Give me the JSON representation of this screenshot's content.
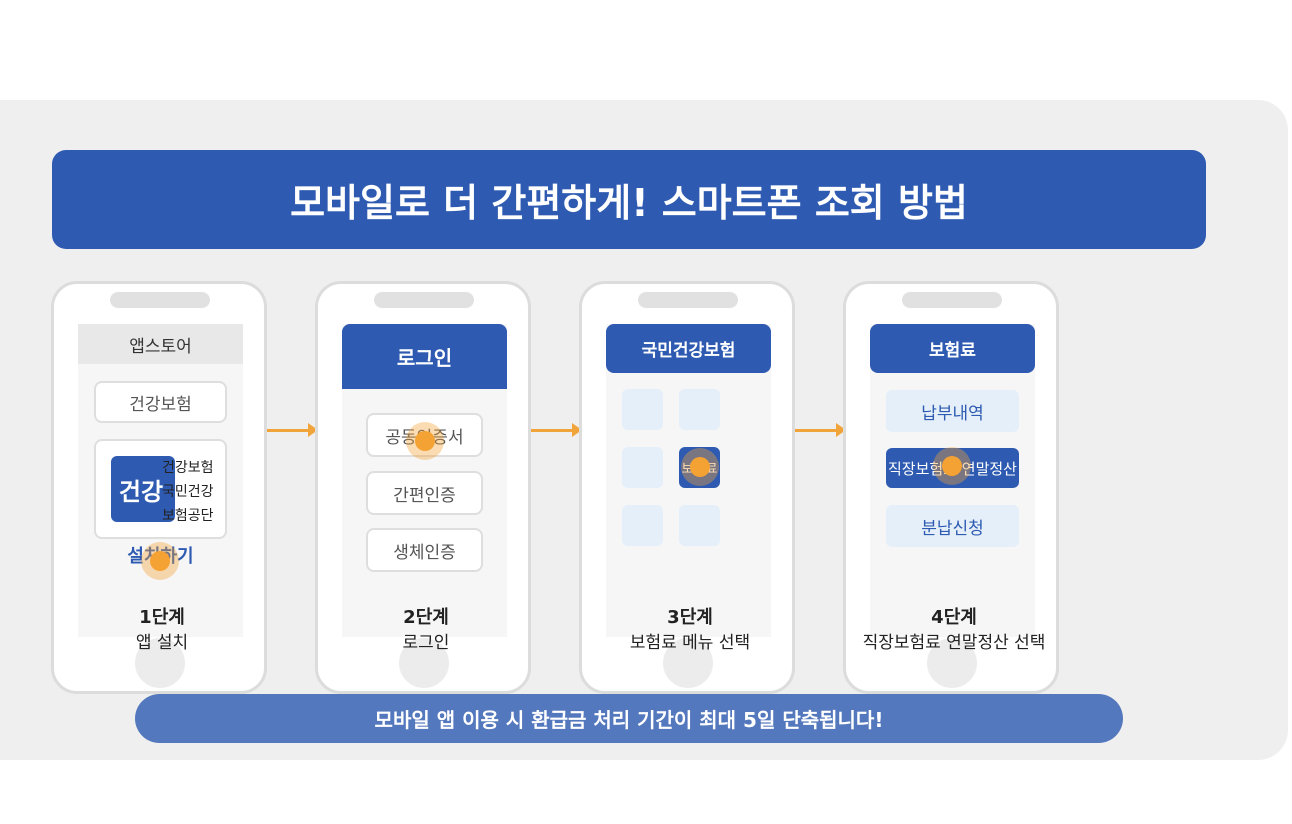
{
  "title": "모바일로 더 간편하게! 스마트폰 조회 방법",
  "steps": [
    {
      "step": "1단계",
      "desc": "앱 설치",
      "header": "앱스토어",
      "search": "건강보험",
      "app_icon": "건강",
      "app_name_lines": [
        "건강보험",
        "국민건강",
        "보험공단"
      ],
      "install": "설치하기"
    },
    {
      "step": "2단계",
      "desc": "로그인",
      "header": "로그인",
      "options": [
        "공동인증서",
        "간편인증",
        "생체인증"
      ]
    },
    {
      "step": "3단계",
      "desc": "보험료 메뉴 선택",
      "header": "국민건강보험",
      "selected_tile": "보험료"
    },
    {
      "step": "4단계",
      "desc": "직장보험료 연말정산 선택",
      "header": "보험료",
      "menu": [
        "납부내역",
        "직장보험료 연말정산",
        "분납신청"
      ]
    }
  ],
  "footer": "모바일 앱 이용 시 환급금 처리 기간이 최대 5일 단축됩니다!",
  "colors": {
    "primary": "#2e5bb1",
    "accent": "#f5a234",
    "panel": "#efefef",
    "footer": "#5478bd"
  }
}
